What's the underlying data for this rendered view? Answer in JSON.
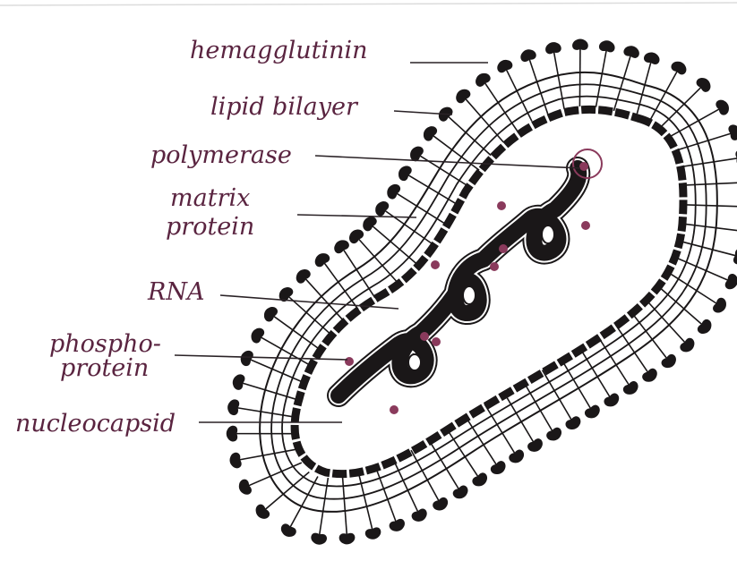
{
  "diagram": {
    "labels": [
      {
        "key": "hemagglutinin",
        "text": "hemagglutinin"
      },
      {
        "key": "lipid_bilayer",
        "text": "lipid bilayer"
      },
      {
        "key": "polymerase",
        "text": "polymerase"
      },
      {
        "key": "matrix_protein_1",
        "text": "matrix"
      },
      {
        "key": "matrix_protein_2",
        "text": "protein"
      },
      {
        "key": "rna",
        "text": "RNA"
      },
      {
        "key": "phosphoprotein_1",
        "text": "phospho-"
      },
      {
        "key": "phosphoprotein_2",
        "text": "protein"
      },
      {
        "key": "nucleocapsid",
        "text": "nucleocapsid"
      }
    ],
    "colors": {
      "ink": "#1a1718",
      "label_ink": "#5a2440",
      "phosphoprotein_dot": "#8a3a5c"
    }
  }
}
